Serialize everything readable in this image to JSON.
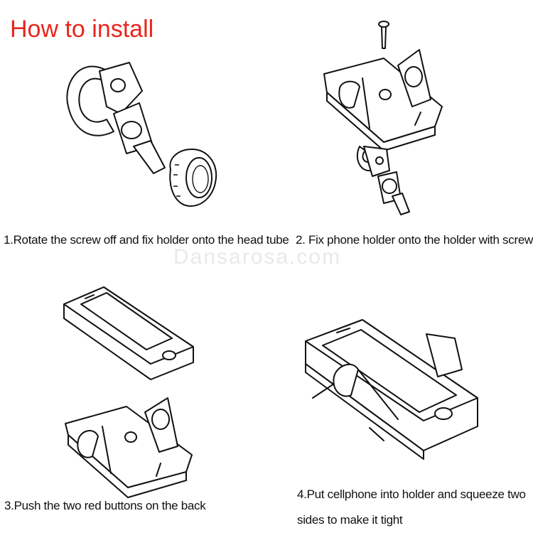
{
  "title": "How to install",
  "watermark": "Dansarosa.com",
  "steps": [
    {
      "caption": "1.Rotate the screw off and fix holder onto the head tube"
    },
    {
      "caption": "2. Fix phone holder onto the holder with screw"
    },
    {
      "caption": "3.Push the  two red buttons on the back"
    },
    {
      "caption_line1": "4.Put cellphone into holder and squeeze two",
      "caption_line2": "sides to make it tight"
    }
  ],
  "colors": {
    "title": "#e8261e",
    "line": "#111111",
    "watermark": "#e9e9e9"
  },
  "icons": [
    "clamp-holder-icon",
    "nut-icon",
    "screw-icon",
    "phone-holder-icon",
    "smartphone-icon",
    "phone-in-holder-icon"
  ]
}
